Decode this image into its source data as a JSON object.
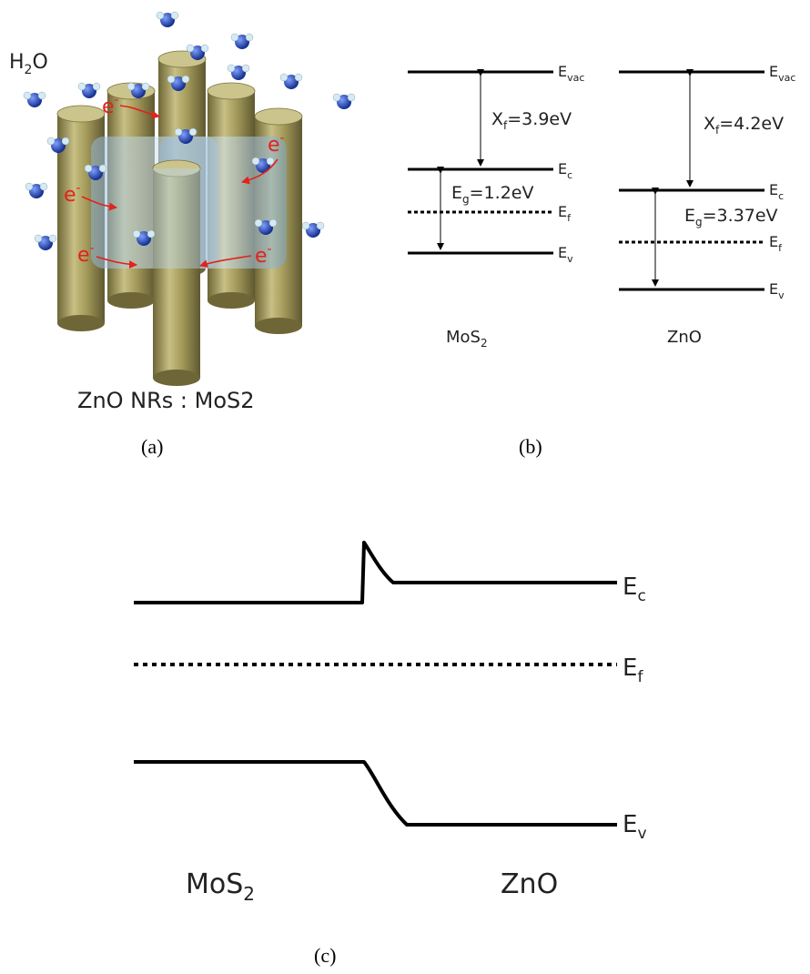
{
  "panel_a": {
    "water_label": "H",
    "water_sub": "2",
    "water_tail": "O",
    "electron": "e",
    "electron_sup": "-",
    "bottom_label": "ZnO NRs : MoS2",
    "caption": "(a)"
  },
  "panel_b": {
    "caption": "(b)",
    "mos2": {
      "name": "MoS",
      "name_sub": "2",
      "evac": "E",
      "evac_sub": "vac",
      "ec": "E",
      "ec_sub": "c",
      "ef": "E",
      "ef_sub": "f",
      "ev": "E",
      "ev_sub": "v",
      "chi": "X",
      "chi_sub": "f",
      "chi_val": "=3.9eV",
      "eg": "E",
      "eg_sub": "g",
      "eg_val": "=1.2eV"
    },
    "zno": {
      "name": "ZnO",
      "evac": "E",
      "evac_sub": "vac",
      "ec": "E",
      "ec_sub": "c",
      "ef": "E",
      "ef_sub": "f",
      "ev": "E",
      "ev_sub": "v",
      "chi": "X",
      "chi_sub": "f",
      "chi_val": "=4.2eV",
      "eg": "E",
      "eg_sub": "g",
      "eg_val": "=3.37eV"
    }
  },
  "panel_c": {
    "caption": "(c)",
    "ec": "E",
    "ec_sub": "c",
    "ef": "E",
    "ef_sub": "f",
    "ev": "E",
    "ev_sub": "v",
    "left_name": "MoS",
    "left_sub": "2",
    "right_name": "ZnO"
  },
  "colors": {
    "electron": "#e2221c",
    "rod": "#a59c5c",
    "water": "#1f45b5",
    "mos2_shell": "#9cc0de"
  }
}
